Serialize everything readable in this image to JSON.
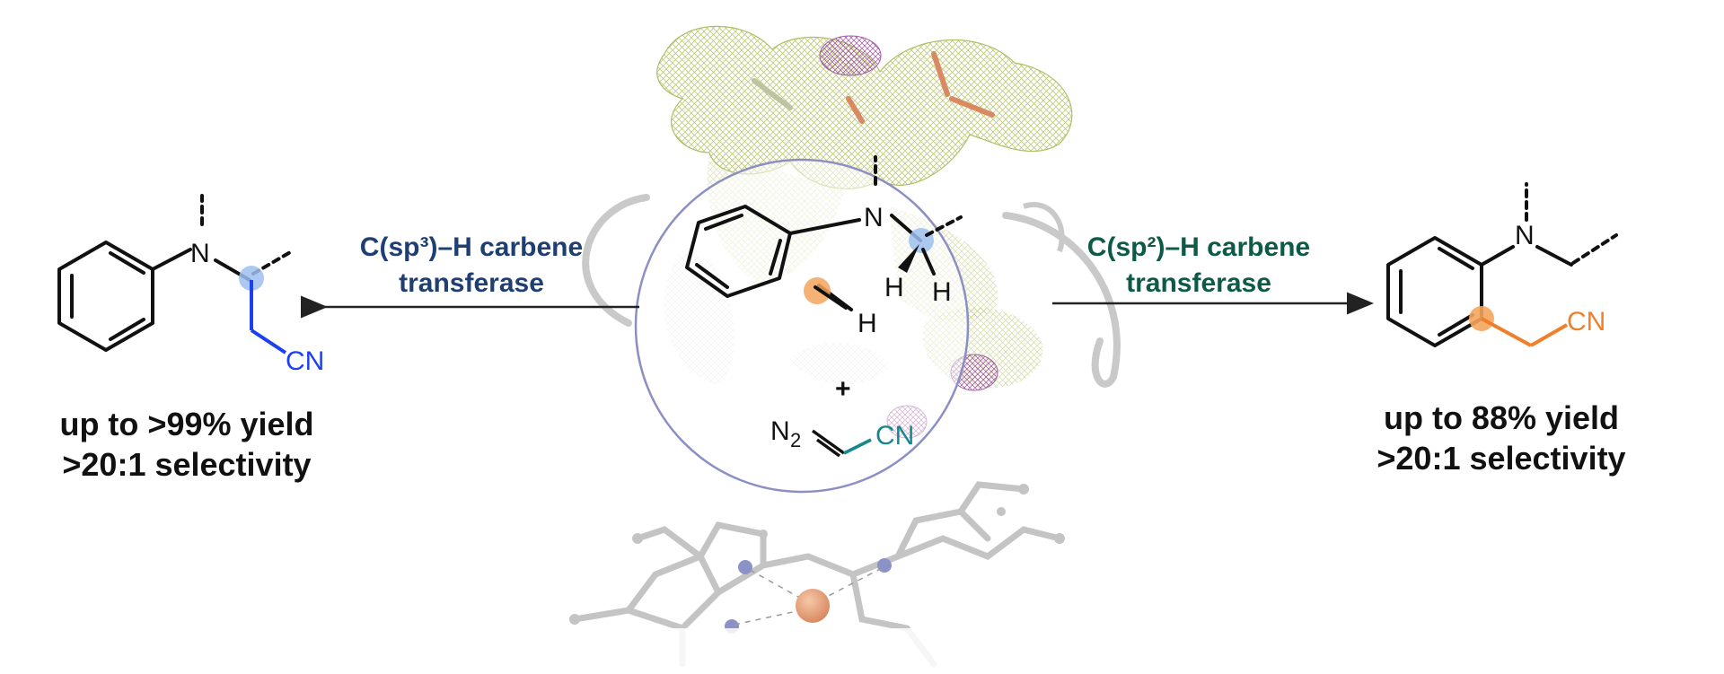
{
  "left_pathway": {
    "enzyme_line1": "C(sp³)–H carbene",
    "enzyme_line2": "transferase",
    "enzyme_color": "#1f3f73",
    "product_group": "CN",
    "product_color": "#1e3ff0",
    "result_line1": "up to >99% yield",
    "result_line2": ">20:1 selectivity"
  },
  "right_pathway": {
    "enzyme_line1": "C(sp²)–H carbene",
    "enzyme_line2": "transferase",
    "enzyme_color": "#0e5a48",
    "product_group": "CN",
    "product_color": "#f07f2a",
    "result_line1": "up to 88% yield",
    "result_line2": ">20:1 selectivity"
  },
  "center": {
    "nitrogen": "N",
    "h1": "H",
    "h2": "H",
    "h3": "H",
    "plus": "+",
    "diazo_n": "N",
    "diazo_sub": "2",
    "diazo_group": "CN",
    "diazo_color": "#16868f",
    "highlight_sp3": "#9ec0ee",
    "highlight_sp2": "#f5a55c"
  },
  "left_product": {
    "nitrogen": "N"
  },
  "right_product": {
    "nitrogen": "N"
  }
}
